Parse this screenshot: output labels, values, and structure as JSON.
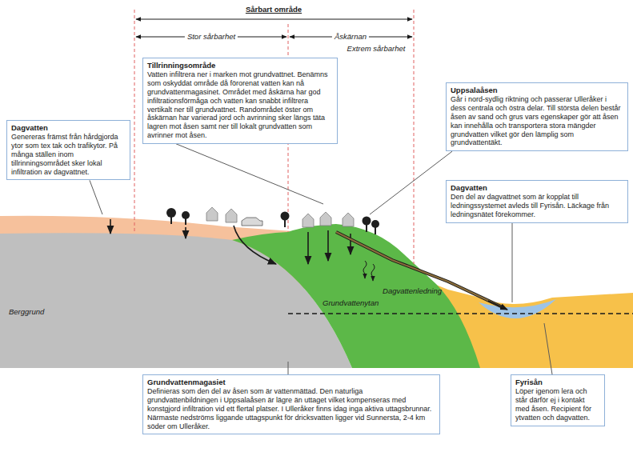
{
  "diagram": {
    "nodes": [
      {
        "text": [
          "Tillrinningsområde",
          "Vatten infiltrera ner i marken mot grundvattnet. Benämns som oskyddat område då förorenat vatten kan nå grundvattenmagasinet. Området med åskärna har god infiltrationsförmåga och vatten kan snabbt infiltrera vertikalt ner till grundvattnet. Randområdet öster om åskärnan har varierad jord och avrinning sker längs täta lagren mot åsen samt ner till lokalt grundvatten som avrinner mot åsen."
        ]
      },
      {
        "text": [
          "Dagvatten",
          "Genereras främst från hårdgjorda ytor som tex tak och trafikytor. På många ställen inom tillrinningsområdet sker lokal infiltration av dagvattnet."
        ]
      },
      {
        "text": [
          "Uppsalaåsen",
          "Går i nord-sydlig riktning och passerar Ulleråker i dess centrala och östra delar. Till största delen består åsen av sand och grus vars egenskaper gör att åsen kan innehålla och transportera stora mängder grundvatten vilket gör den lämplig som grundvattentäkt."
        ]
      },
      {
        "text": [
          "Dagvatten",
          "Den del av dagvattnet som är kopplat till ledningssystemet avleds till Fyrisån. Läckage från ledningsnätet förekommer."
        ]
      },
      {
        "text": [
          "Grundvattenmagasiet",
          "Definieras som den del av åsen som är vattenmättad. Den naturliga grundvattenbildningen i Uppsalaåsen är lägre än uttaget vilket kompenseras med konstgjord infiltration vid ett flertal platser. I Ulleråker finns idag inga aktiva uttagsbrunnar. Närmaste nedströms liggande uttagspunkt för dricksvatten ligger vid Sunnersta, 2-4 km söder om Ulleråker."
        ]
      },
      {
        "text": [
          "Fyrisån",
          "Löper igenom lera och står därför ej i kontakt med åsen. Recipient för ytvatten och dagvatten."
        ]
      }
    ],
    "labels": [
      "Sårbart område",
      "Stor sårbarhet",
      "Åskärnan",
      "Extrem sårbarhet",
      "Dagvattenledning",
      "Grundvattenytan",
      "Berggrund"
    ]
  }
}
